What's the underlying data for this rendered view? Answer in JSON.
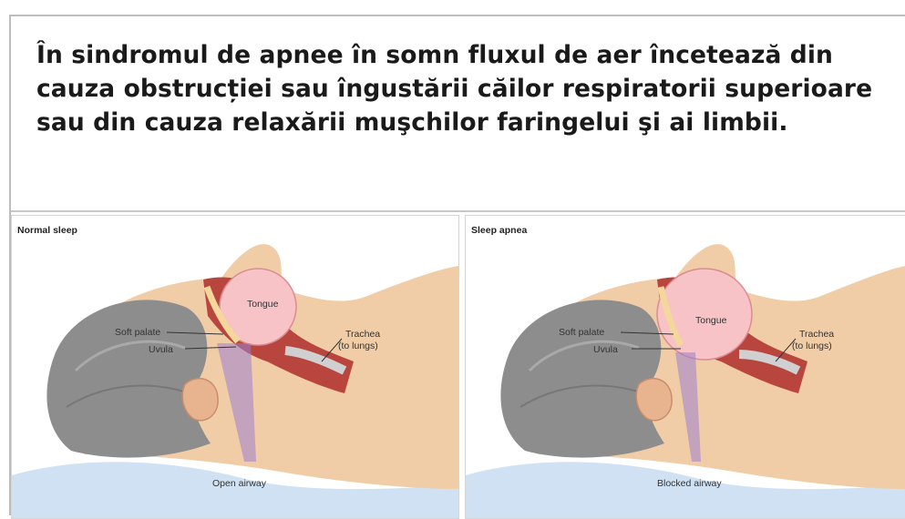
{
  "caption": {
    "line1": "În sindromul de apnee în somn fluxul de aer încetează din",
    "line2": "cauza obstrucției sau îngustării căilor respiratorii superioare",
    "line3": "sau din cauza relaxării muşchilor faringelui şi ai limbii."
  },
  "panels": [
    {
      "title": "Normal sleep",
      "labels": {
        "tongue": "Tongue",
        "soft_palate": "Soft palate",
        "uvula": "Uvula",
        "trachea_1": "Trachea",
        "trachea_2": "(to lungs)",
        "airway": "Open airway"
      }
    },
    {
      "title": "Sleep apnea",
      "labels": {
        "tongue": "Tongue",
        "soft_palate": "Soft palate",
        "uvula": "Uvula",
        "trachea_1": "Trachea",
        "trachea_2": "(to lungs)",
        "airway": "Blocked airway"
      }
    }
  ],
  "colors": {
    "skin": "#f1cda7",
    "hair": "#8d8d8d",
    "pillow": "#cfe1f2",
    "tongue": "#f7c3c6",
    "muscle": "#b8463f",
    "airway_beam": "#9b7fd0"
  }
}
